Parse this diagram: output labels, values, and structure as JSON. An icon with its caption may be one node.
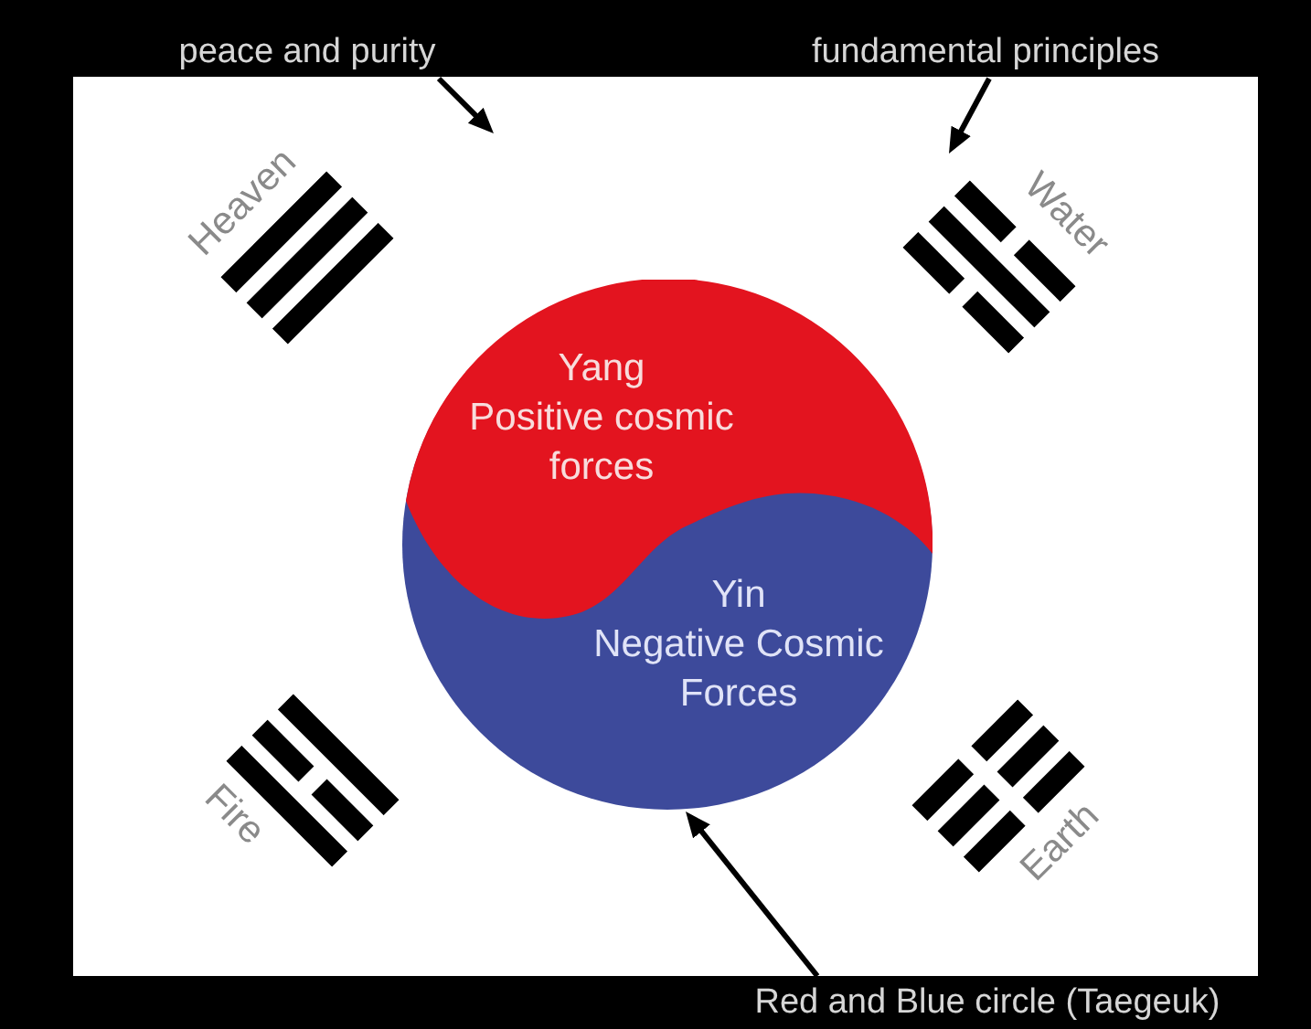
{
  "diagram": {
    "nodes": [
      {
        "text": [
          "peace and purity"
        ]
      },
      {
        "text": [
          "fundamental principles"
        ]
      },
      {
        "text": [],
        "shape": "box"
      },
      {
        "text": [
          "Heaven"
        ],
        "in": 2
      },
      {
        "text": [
          "Water"
        ],
        "in": 2
      },
      {
        "text": [],
        "shape": "circle",
        "in": 2
      },
      {
        "text": [
          "Yang",
          "Positive cosmic forces"
        ],
        "in": 5
      },
      {
        "text": [
          "Yin",
          "Negative Cosmic Forces"
        ],
        "in": 5
      },
      {
        "text": [
          "Fire"
        ],
        "in": 2
      },
      {
        "text": [
          "Earth"
        ],
        "in": 2
      },
      {
        "text": [
          "Red and Blue circle (Taegeuk)"
        ]
      }
    ],
    "edges": [
      {
        "from": 0,
        "to": 2,
        "arrow": "to"
      },
      {
        "from": 1,
        "to": 4,
        "arrow": "to"
      },
      {
        "from": 10,
        "to": 5,
        "arrow": "to"
      }
    ]
  }
}
